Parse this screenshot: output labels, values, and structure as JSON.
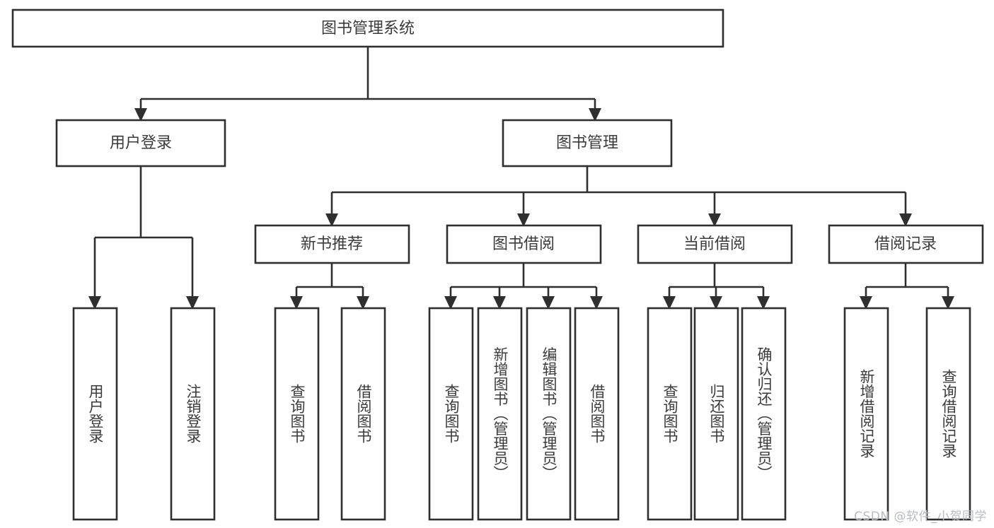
{
  "diagram": {
    "type": "tree",
    "title": "图书管理系统",
    "watermark": "CSDN @软件_小贺同学",
    "levels": {
      "root": {
        "label": "图书管理系统"
      },
      "level1": [
        {
          "id": "user-login",
          "label": "用户登录"
        },
        {
          "id": "book-manage",
          "label": "图书管理"
        }
      ],
      "level2": [
        {
          "id": "new-book-rec",
          "label": "新书推荐",
          "parent": "book-manage"
        },
        {
          "id": "book-borrow",
          "label": "图书借阅",
          "parent": "book-manage"
        },
        {
          "id": "current-borrow",
          "label": "当前借阅",
          "parent": "book-manage"
        },
        {
          "id": "borrow-record",
          "label": "借阅记录",
          "parent": "book-manage"
        }
      ],
      "leaves": [
        {
          "id": "leaf-user-login",
          "label": "用户登录",
          "parent": "user-login"
        },
        {
          "id": "leaf-logout",
          "label": "注销登录",
          "parent": "user-login"
        },
        {
          "id": "leaf-query-book-1",
          "label": "查询图书",
          "parent": "new-book-rec"
        },
        {
          "id": "leaf-borrow-book-1",
          "label": "借阅图书",
          "parent": "new-book-rec"
        },
        {
          "id": "leaf-query-book-2",
          "label": "查询图书",
          "parent": "book-borrow"
        },
        {
          "id": "leaf-add-book",
          "label": "新增图书（管理员）",
          "parent": "book-borrow"
        },
        {
          "id": "leaf-edit-book",
          "label": "编辑图书（管理员）",
          "parent": "book-borrow"
        },
        {
          "id": "leaf-borrow-book-2",
          "label": "借阅图书",
          "parent": "book-borrow"
        },
        {
          "id": "leaf-query-book-3",
          "label": "查询图书",
          "parent": "current-borrow"
        },
        {
          "id": "leaf-return-book",
          "label": "归还图书",
          "parent": "current-borrow"
        },
        {
          "id": "leaf-confirm-return",
          "label": "确认归还（管理员）",
          "parent": "current-borrow"
        },
        {
          "id": "leaf-add-record",
          "label": "新增借阅记录",
          "parent": "borrow-record"
        },
        {
          "id": "leaf-query-record",
          "label": "查询借阅记录",
          "parent": "borrow-record"
        }
      ]
    },
    "colors": {
      "stroke": "#2f2f2f",
      "text": "#3b3b3b",
      "background": "#ffffff",
      "watermark": "#b9bcc2"
    }
  }
}
